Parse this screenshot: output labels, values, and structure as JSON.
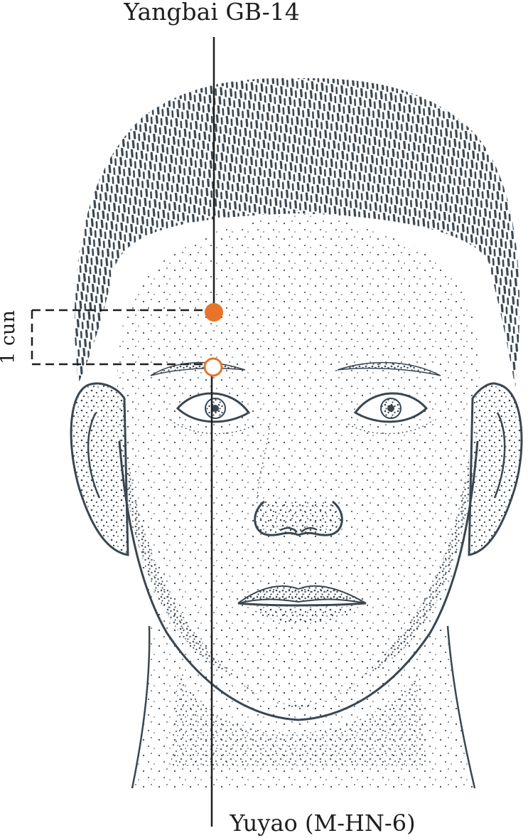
{
  "labels": {
    "top_point": "Yangbai GB-14",
    "bottom_point": "Yuyao (M-HN-6)",
    "measure": "1 cun"
  },
  "colors": {
    "accent": "#e8732a",
    "ink": "#3a4650",
    "line": "#1e1e1e",
    "background": "#ffffff"
  },
  "points": [
    {
      "name": "Yangbai GB-14",
      "style": "filled"
    },
    {
      "name": "Yuyao (M-HN-6)",
      "style": "hollow"
    }
  ],
  "measure": {
    "distance": 1,
    "unit": "cun"
  }
}
